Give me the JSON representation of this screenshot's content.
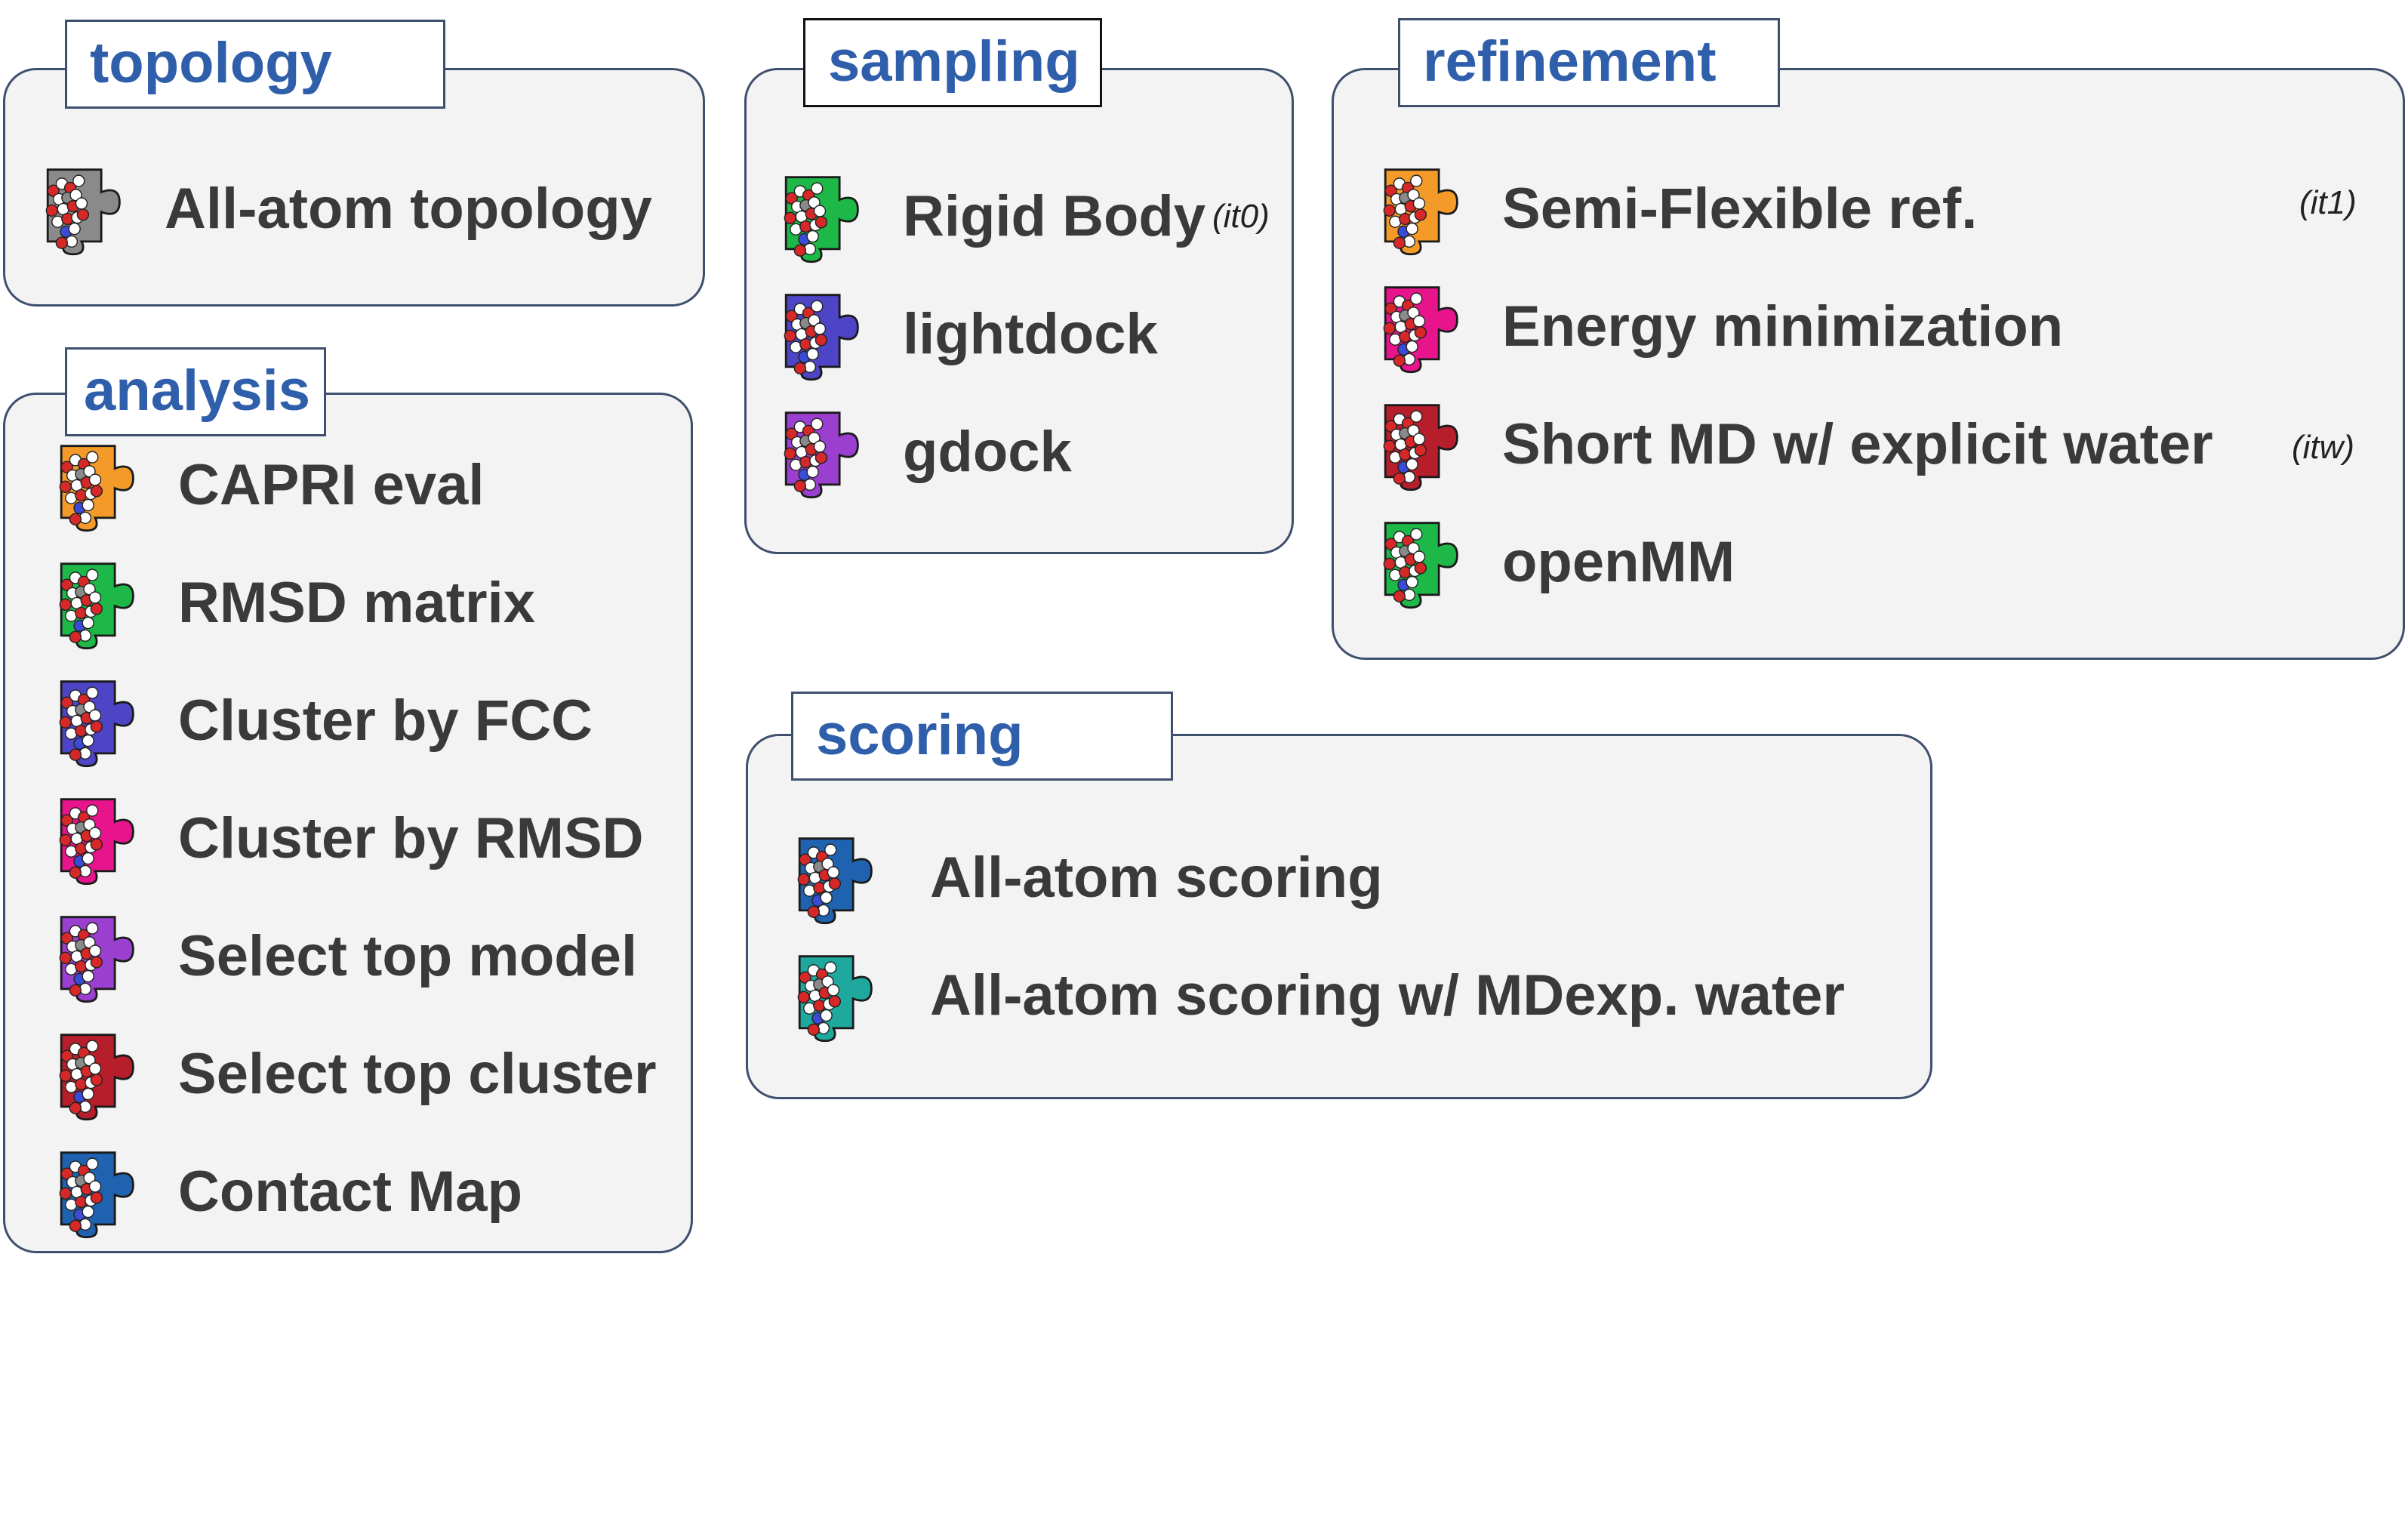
{
  "modules": {
    "topology": {
      "title": "topology",
      "items": [
        {
          "label": "All-atom topology",
          "icon": "puzzle-molecule-gray-icon",
          "color": "#8a8a8a"
        }
      ]
    },
    "sampling": {
      "title": "sampling",
      "items": [
        {
          "label": "Rigid Body",
          "note": "(it0)",
          "icon": "puzzle-molecule-green-icon",
          "color": "#1db848"
        },
        {
          "label": "lightdock",
          "icon": "puzzle-molecule-blue-icon",
          "color": "#4e44c6"
        },
        {
          "label": "gdock",
          "icon": "puzzle-molecule-purple-icon",
          "color": "#9a3fcf"
        }
      ]
    },
    "refinement": {
      "title": "refinement",
      "items": [
        {
          "label": "Semi-Flexible ref.",
          "note": "(it1)",
          "icon": "puzzle-molecule-orange-icon",
          "color": "#f39a28"
        },
        {
          "label": "Energy minimization",
          "icon": "puzzle-molecule-magenta-icon",
          "color": "#e8148c"
        },
        {
          "label": "Short MD w/ explicit water",
          "note": "(itw)",
          "icon": "puzzle-molecule-red-icon",
          "color": "#b51e2a"
        },
        {
          "label": "openMM",
          "icon": "puzzle-molecule-green-icon",
          "color": "#1db848"
        }
      ]
    },
    "analysis": {
      "title": "analysis",
      "items": [
        {
          "label": "CAPRI eval",
          "icon": "puzzle-molecule-orange-icon",
          "color": "#f39a28"
        },
        {
          "label": "RMSD matrix",
          "icon": "puzzle-molecule-green-icon",
          "color": "#1db848"
        },
        {
          "label": "Cluster by FCC",
          "icon": "puzzle-molecule-blue-icon",
          "color": "#4e44c6"
        },
        {
          "label": "Cluster by RMSD",
          "icon": "puzzle-molecule-magenta-icon",
          "color": "#e8148c"
        },
        {
          "label": "Select top model",
          "icon": "puzzle-molecule-purple-icon",
          "color": "#9a3fcf"
        },
        {
          "label": "Select top cluster",
          "icon": "puzzle-molecule-red-icon",
          "color": "#b51e2a"
        },
        {
          "label": "Contact Map",
          "icon": "puzzle-molecule-darkblue-icon",
          "color": "#1f63b0"
        }
      ]
    },
    "scoring": {
      "title": "scoring",
      "items": [
        {
          "label": "All-atom scoring",
          "icon": "puzzle-molecule-darkblue-icon",
          "color": "#1f63b0"
        },
        {
          "label": "All-atom scoring w/ MDexp. water",
          "icon": "puzzle-molecule-teal-icon",
          "color": "#1fa89e"
        }
      ]
    }
  }
}
